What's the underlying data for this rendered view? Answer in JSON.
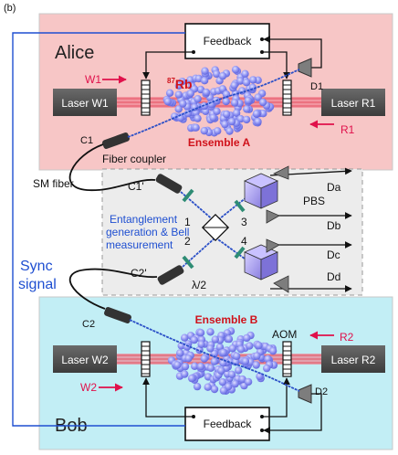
{
  "panel_label": "(b)",
  "colors": {
    "alice_bg": "#f7c6c6",
    "bob_bg": "#c2eef5",
    "middle_bg": "#ececec",
    "ensemble_red": "#d0121b",
    "sync_blue": "#1f4fd1",
    "fiber_blue": "#2a4fc7",
    "beam_red": "#e0384a",
    "atom_blue": "#8a8ef0",
    "laser_box": "#505050",
    "detector_gray": "#7d7d7d"
  },
  "alice": {
    "name": "Alice",
    "feedback": "Feedback",
    "laser_left": "Laser W1",
    "laser_right": "Laser R1",
    "beam_w": "W1",
    "beam_r": "R1",
    "rb_mass": "87",
    "rb_symbol": "Rb",
    "detector": "D1",
    "ensemble": "Ensemble A",
    "coupler": "C1",
    "fiber_coupler": "Fiber coupler"
  },
  "middle": {
    "sm_fiber": "SM fiber",
    "coupler_top": "C1'",
    "coupler_bottom": "C2'",
    "entanglement_line1": "Entanglement",
    "entanglement_line2": "generation & Bell",
    "entanglement_line3": "measurement",
    "port1": "1",
    "port2": "2",
    "port3": "3",
    "port4": "4",
    "pbs": "PBS",
    "waveplate": "λ/2",
    "det_a": "Da",
    "det_b": "Db",
    "det_c": "Dc",
    "det_d": "Dd"
  },
  "sync": {
    "line1": "Sync",
    "line2": "signal"
  },
  "bob": {
    "name": "Bob",
    "feedback": "Feedback",
    "laser_left": "Laser W2",
    "laser_right": "Laser R2",
    "beam_w": "W2",
    "beam_r": "R2",
    "aom": "AOM",
    "detector": "D2",
    "ensemble": "Ensemble B",
    "coupler": "C2"
  }
}
